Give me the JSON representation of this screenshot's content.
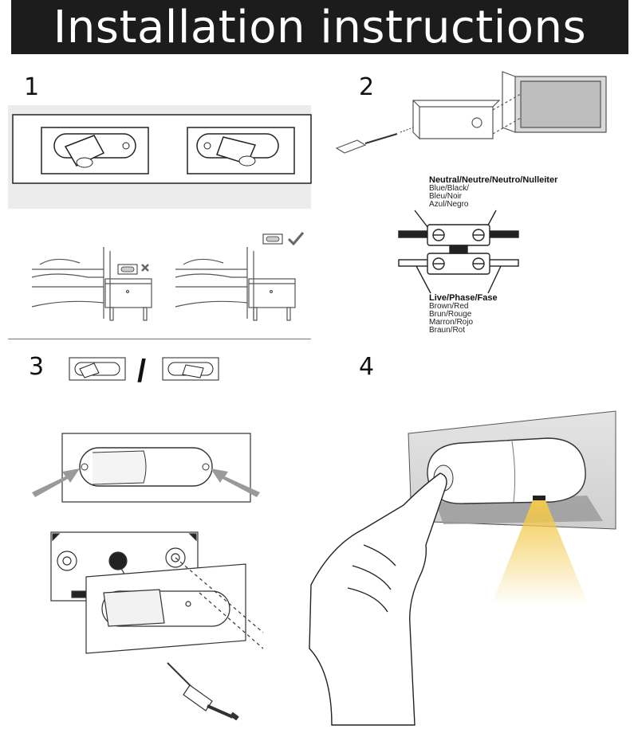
{
  "header": {
    "title": "Installation instructions"
  },
  "steps": {
    "s1": "1",
    "s2": "2",
    "s3": "3",
    "s4": "4"
  },
  "wiring": {
    "neutral_label": "Neutral/Neutre/Neutro/Nulleiter",
    "neutral_colors": [
      "Blue/Black/",
      "Bleu/Noir",
      "Azul/Negro"
    ],
    "live_label": "Live/Phase/Fase",
    "live_colors": [
      "Brown/Red",
      "Brun/Rouge",
      "Marron/Rojo",
      "Braun/Rot"
    ]
  },
  "step3": {
    "separator": "/"
  },
  "colors": {
    "banner": "#1c1c1c",
    "light_beam": "#f2c94c",
    "panel_gray": "#ececec"
  },
  "icons": {
    "correct": "check-icon",
    "wrong": "cross-icon"
  }
}
